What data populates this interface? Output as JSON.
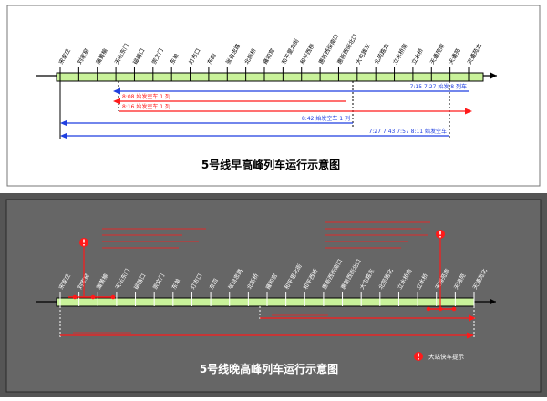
{
  "colors": {
    "track_fill": "#c9f29a",
    "blue": "#1f3fe0",
    "red": "#ff1a1a",
    "black": "#000000",
    "panel_bg": "#646464",
    "panel_border": "#2a2a2a",
    "white": "#ffffff"
  },
  "morning": {
    "title": "5号线早高峰列车运行示意图",
    "stations": [
      "宋家庄",
      "刘家窑",
      "蒲黄榆",
      "天坛东门",
      "磁器口",
      "崇文门",
      "东单",
      "灯市口",
      "东四",
      "张自忠路",
      "北新桥",
      "雍和宫",
      "和平里北街",
      "和平西桥",
      "惠新西街南口",
      "惠新西街北口",
      "大屯路东",
      "北苑路北",
      "立水桥南",
      "立水桥",
      "天通苑南",
      "天通苑",
      "天通苑北"
    ],
    "service_lines": [
      {
        "label": "7:15  7:27 始发 8 列车",
        "color": "blue"
      },
      {
        "label": "8:08 始发空车 1 列",
        "color": "red"
      },
      {
        "label": "8:16 始发空车 1 列",
        "color": "red"
      },
      {
        "label": "8:42 始发空车 1 列",
        "color": "blue"
      },
      {
        "label": "7:27  7:43  7:57  8:11 始发空车",
        "color": "blue"
      }
    ]
  },
  "evening": {
    "title": "5号线晚高峰列车运行示意图",
    "stations": [
      "宋家庄",
      "刘家窑",
      "蒲黄榆",
      "天坛东门",
      "磁器口",
      "崇文门",
      "东单",
      "灯市口",
      "东四",
      "张自忠路",
      "北新桥",
      "雍和宫",
      "和平里北街",
      "和平西桥",
      "惠新西街南口",
      "惠新西街北口",
      "大屯路东",
      "北苑路北",
      "立水桥南",
      "立水桥",
      "天通苑南",
      "天通苑",
      "天通苑北"
    ],
    "legend_label": "大站快车提示"
  }
}
